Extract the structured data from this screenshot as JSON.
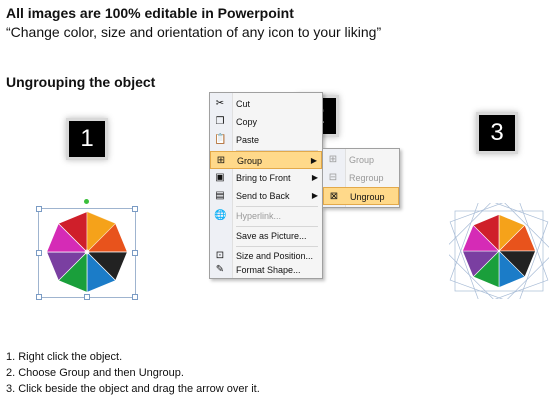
{
  "header": {
    "title": "All images are 100% editable in Powerpoint",
    "subtitle": "“Change color, size and orientation of any icon to your liking”",
    "section_title": "Ungrouping the object"
  },
  "badges": {
    "one": "1",
    "two": "2",
    "three": "3"
  },
  "context_menu": {
    "items": [
      {
        "label": "Cut",
        "icon": "scissors-icon"
      },
      {
        "label": "Copy",
        "icon": "copy-icon"
      },
      {
        "label": "Paste",
        "icon": "paste-icon"
      },
      {
        "label": "Group",
        "icon": "group-icon"
      },
      {
        "label": "Bring to Front",
        "icon": "bring-to-front-icon"
      },
      {
        "label": "Send to Back",
        "icon": "send-to-back-icon"
      },
      {
        "label": "Hyperlink...",
        "icon": "hyperlink-icon"
      },
      {
        "label": "Save as Picture...",
        "icon": "save-picture-icon"
      },
      {
        "label": "Size and Position...",
        "icon": "size-position-icon"
      },
      {
        "label": "Format Shape...",
        "icon": "format-shape-icon"
      }
    ]
  },
  "submenu": {
    "items": [
      {
        "label": "Group",
        "icon": "group-icon"
      },
      {
        "label": "Regroup",
        "icon": "regroup-icon"
      },
      {
        "label": "Ungroup",
        "icon": "ungroup-icon"
      }
    ]
  },
  "steps": [
    "1.  Right click the object.",
    "2.  Choose Group and then Ungroup.",
    "3.  Click beside the object and drag the arrow over it."
  ],
  "colors": {
    "highlight": "#ffd98a",
    "segments": [
      "#f5a21a",
      "#e8531c",
      "#cf1f2a",
      "#222222",
      "#1a9f3b",
      "#1b7cc8",
      "#7a3fa1",
      "#d52bb6"
    ]
  }
}
